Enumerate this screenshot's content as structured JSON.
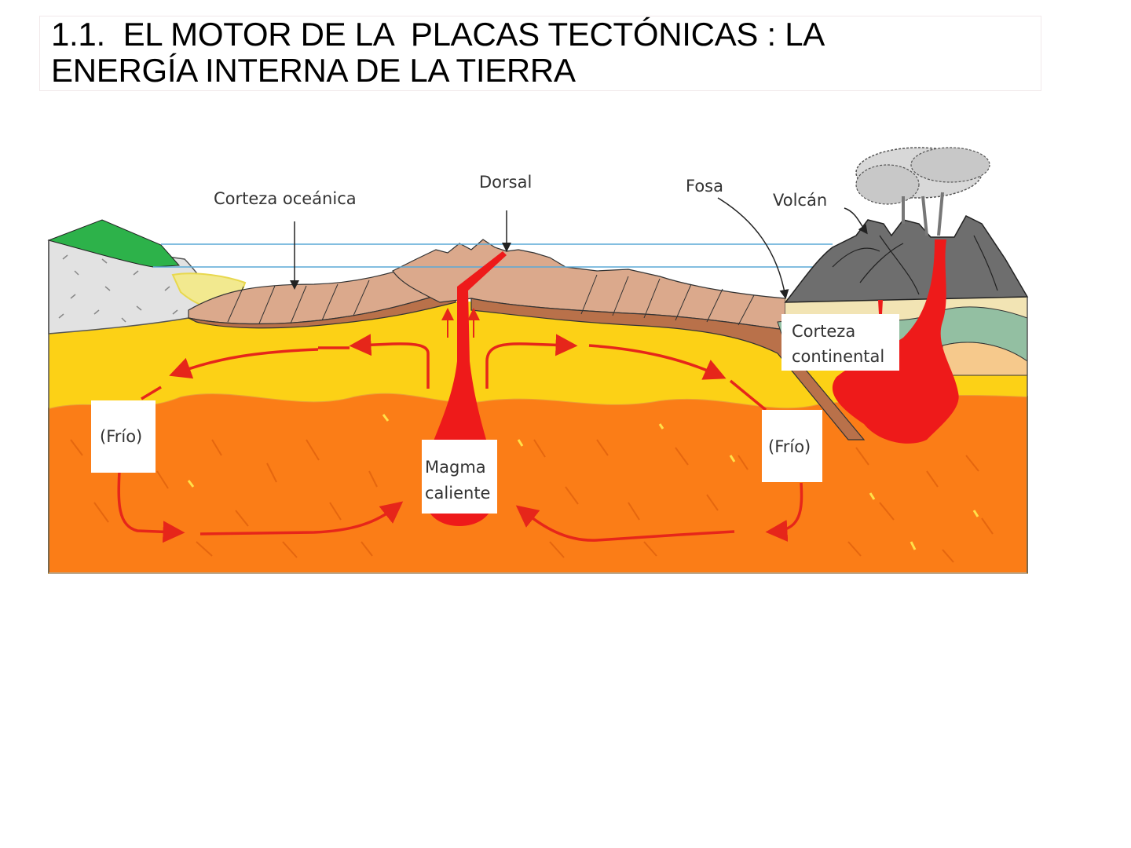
{
  "slide": {
    "title_line1": "1.1.  EL MOTOR DE LA  PLACAS TECTÓNICAS : LA",
    "title_line2": "ENERGÍA INTERNA DE LA TIERRA"
  },
  "diagram": {
    "labels": {
      "oceanic_crust": "Corteza oceánica",
      "ridge": "Dorsal",
      "trench": "Fosa",
      "volcano": "Volcán",
      "continental_crust_line1": "Corteza",
      "continental_crust_line2": "continental",
      "cold_left": "(Frío)",
      "cold_right": "(Frío)",
      "hot_magma_line1": "Magma",
      "hot_magma_line2": "caliente"
    },
    "colors": {
      "upper_mantle": "#fcd116",
      "lower_mantle": "#fb7d17",
      "oceanic_crust_top": "#dba98c",
      "oceanic_crust_base": "#b9714a",
      "magma": "#ee1a1a",
      "arrow": "#e6261a",
      "volcano": "#6e6e6e",
      "continent_green": "#2db24a",
      "rock_grey": "#e2e2e2",
      "sediment": "#f2e98f",
      "sea_line": "#5aa9d6",
      "continental_layers": [
        "#f2e4b4",
        "#93bfa2",
        "#f6c98c"
      ]
    }
  }
}
